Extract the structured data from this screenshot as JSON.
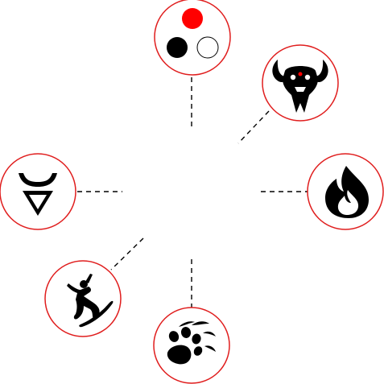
{
  "colors": {
    "ring": "#e01e1e",
    "background": "#ffffff",
    "icon": "#000000",
    "accent_dot": "#ff0000"
  },
  "nodes": [
    {
      "id": "top",
      "icon": "three-dots-icon"
    },
    {
      "id": "top-right",
      "icon": "horned-skull-icon"
    },
    {
      "id": "right",
      "icon": "flame-icon"
    },
    {
      "id": "bottom",
      "icon": "paw-print-icon"
    },
    {
      "id": "bottom-left",
      "icon": "snowboarder-icon"
    },
    {
      "id": "left",
      "icon": "veles-rune-icon"
    }
  ]
}
